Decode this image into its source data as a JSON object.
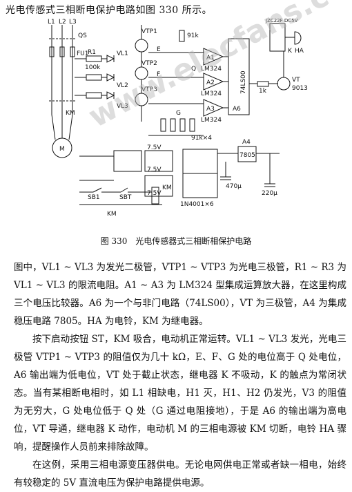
{
  "heading": "光电传感式三相断电保护电路如图 330 所示。",
  "figure": {
    "labels": {
      "L1": "L1",
      "L2": "L2",
      "L3": "L3",
      "QS": "QS",
      "FU1": "FU1",
      "R1": "R1",
      "r100k": "100k",
      "VTP1": "VTP1",
      "VTP2": "VTP2",
      "VTP3": "VTP3",
      "VL1": "VL1",
      "VL2": "VL2",
      "VL3": "VL3",
      "E": "E",
      "F": "F",
      "G": "G",
      "Q": "Q",
      "r91k": "91k",
      "r91kx4": "91k×4",
      "A1": "A1",
      "A2": "A2",
      "A3": "A3",
      "lm324": "LM324",
      "ls00": "74LS00",
      "A6": "A6",
      "r1k": "1k",
      "VT": "VT",
      "vt_part": "9013",
      "relay": "JZC22F DC5V",
      "K": "K",
      "HA": "HA",
      "KM": "KM",
      "M": "M",
      "v75": "7.5V",
      "A4": "A4",
      "reg": "7805",
      "c470": "470μ",
      "c220": "220μ",
      "diodes": "1N4001×6",
      "SB1": "SB1",
      "SBT": "SBT"
    }
  },
  "caption": {
    "number": "图 330",
    "title": "光电传感器式三相断相保护电路"
  },
  "watermark": "www.elecfans.com",
  "paragraphs": [
    "图中，VL1 ~ VL3 为发光二极管，VTP1 ~ VTP3 为光电三极管，R1 ~ R3 为 VL1 ~ VL3 的限流电阻。A1 ~ A3 为 LM324 型集成运算放大器，在这里构成三个电压比较器。A6 为一个与非门电路（74LS00），VT 为三极管，A4 为集成稳压电路 7805。HA 为电铃，KM 为继电器。",
    "按下启动按钮 ST，KM 吸合，电动机正常运转。VL1 ~ VL3 发光，光电三极管 VTP1 ~ VTP3 的阻值仅为几十 kΩ，E、F、G 处的电位高于 Q 处电位，A6 输出端为低电位，VT 处于截止状态，继电器 K 不吸动，K 的触点为常闭状态。当有某相断电相时，如 L1 相缺电，H1 灭，H1、H2 仍发光，V3 的阻值为无穷大，G 处电位低于 Q 处（G 通过电阻接地），于是 A6 的输出端为高电位，VT 导通，继电器 K 动作，电动机 M 的三相电源被 KM 切断，电铃 HA 骤响，提醒操作人员前来排除故障。",
    "在这例，采用三相电源变压器供电。无论电网供电正常或者缺一相电，始终有较稳定的 5V 直流电压为保护电路提供电源。"
  ]
}
